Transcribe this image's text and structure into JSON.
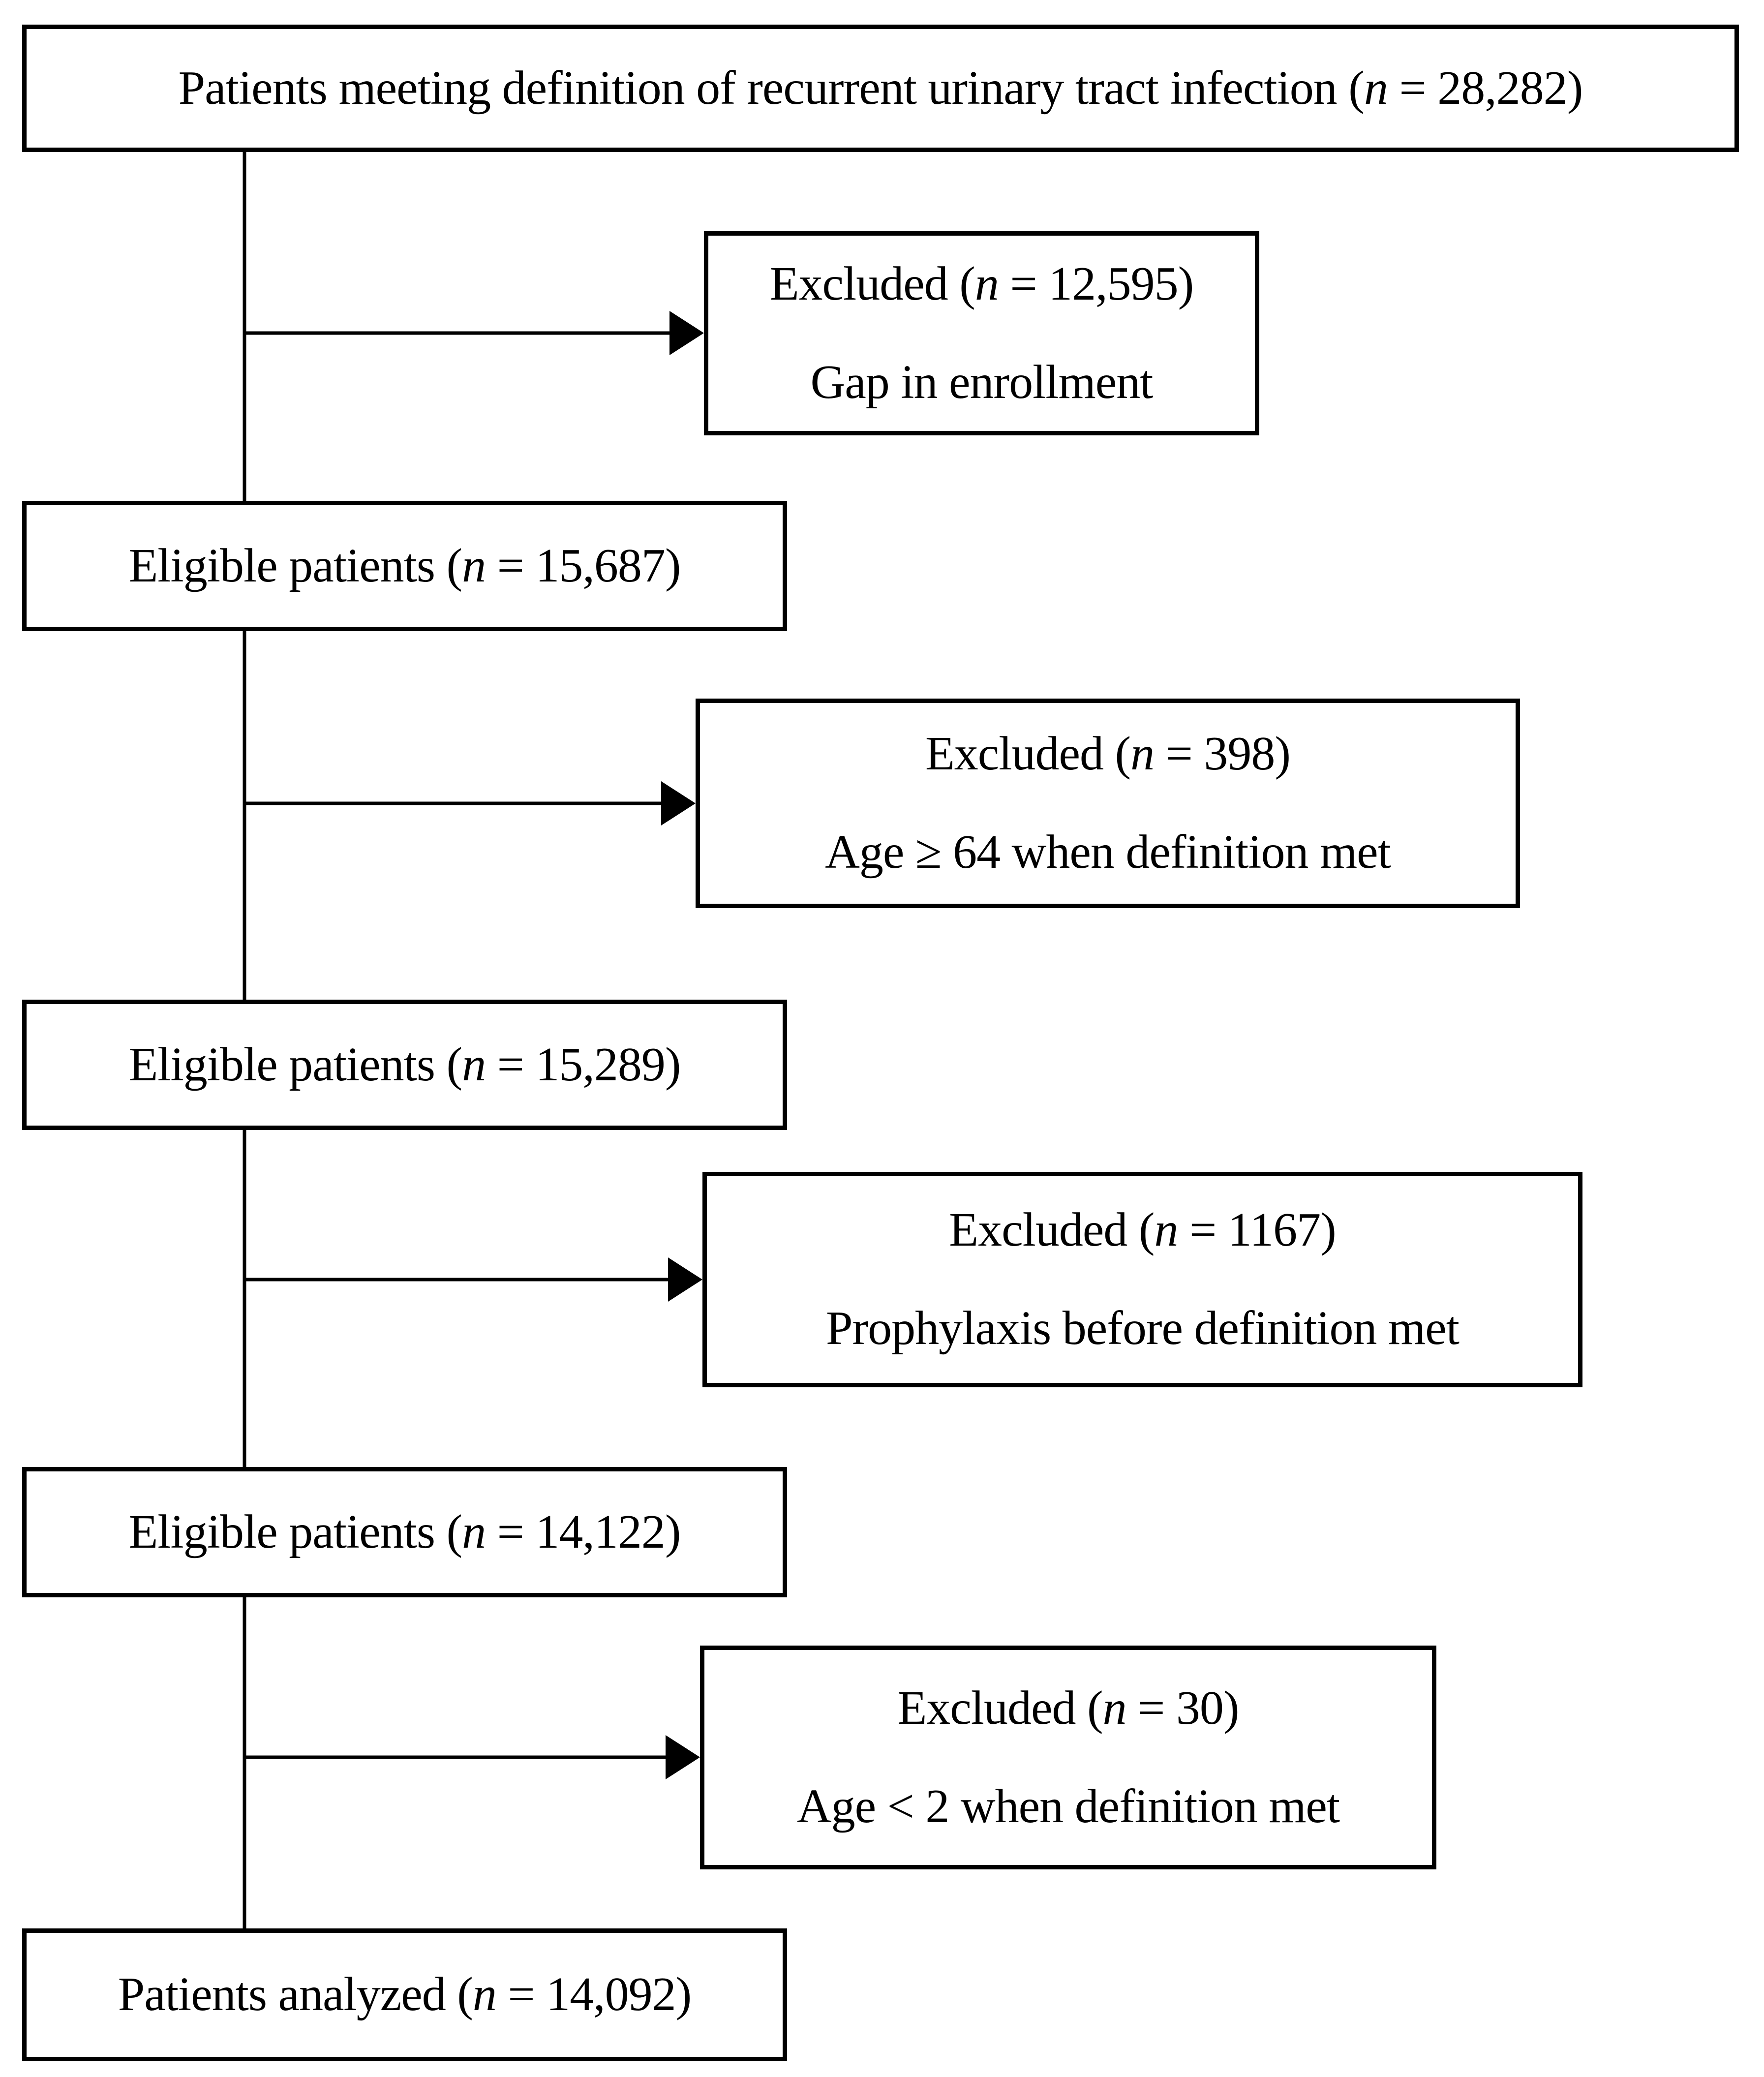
{
  "colors": {
    "background": "#ffffff",
    "line": "#000000",
    "text": "#000000"
  },
  "nodes": {
    "source": {
      "before": "Patients meeting definition of recurrent urinary tract infection (",
      "n": "n",
      "after": " = 28,282)"
    },
    "excluded_1": {
      "before": "Excluded (",
      "n": "n",
      "after": " = 12,595)",
      "reason": "Gap in enrollment"
    },
    "eligible_1": {
      "before": "Eligible patients (",
      "n": "n",
      "after": " = 15,687)"
    },
    "excluded_2": {
      "before": "Excluded (",
      "n": "n",
      "after": " = 398)",
      "reason": "Age ≥ 64 when definition met"
    },
    "eligible_2": {
      "before": "Eligible patients (",
      "n": "n",
      "after": " = 15,289)"
    },
    "excluded_3": {
      "before": "Excluded (",
      "n": "n",
      "after": " = 1167)",
      "reason": "Prophylaxis before definition met"
    },
    "eligible_3": {
      "before": "Eligible patients (",
      "n": "n",
      "after": " = 14,122)"
    },
    "excluded_4": {
      "before": "Excluded (",
      "n": "n",
      "after": " = 30)",
      "reason": "Age < 2 when definition met"
    },
    "analyzed": {
      "before": "Patients analyzed (",
      "n": "n",
      "after": " = 14,092)"
    }
  }
}
